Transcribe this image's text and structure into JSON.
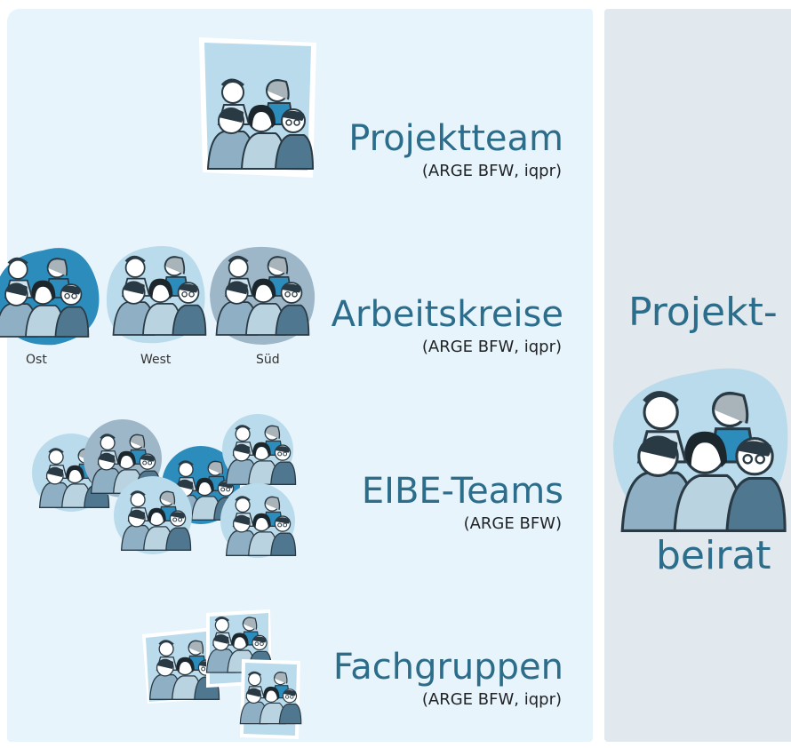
{
  "sections": [
    {
      "key": "projektteam",
      "title": "Projektteam",
      "subtitle": "(ARGE BFW, iqpr)"
    },
    {
      "key": "arbeitskreise",
      "title": "Arbeitskreise",
      "subtitle": "(ARGE BFW, iqpr)",
      "group_labels": [
        "Ost",
        "West",
        "Süd"
      ]
    },
    {
      "key": "eibe",
      "title": "EIBE-Teams",
      "subtitle": "(ARGE BFW)"
    },
    {
      "key": "fachgruppen",
      "title": "Fachgruppen",
      "subtitle": "(ARGE BFW, iqpr)"
    }
  ],
  "side": {
    "title_top": "Projekt-",
    "title_bottom": "beirat"
  },
  "colors": {
    "left_panel": "#e8f4fb",
    "right_panel": "#e1e8ee",
    "title_text": "#2b6d8a",
    "bubble_light": "#b9dbeb",
    "bubble_dark": "#2c8dbd",
    "bubble_grey": "#9db7c8"
  },
  "illustrations": [
    "team-illustration-icon",
    "group-illustration-icon"
  ]
}
